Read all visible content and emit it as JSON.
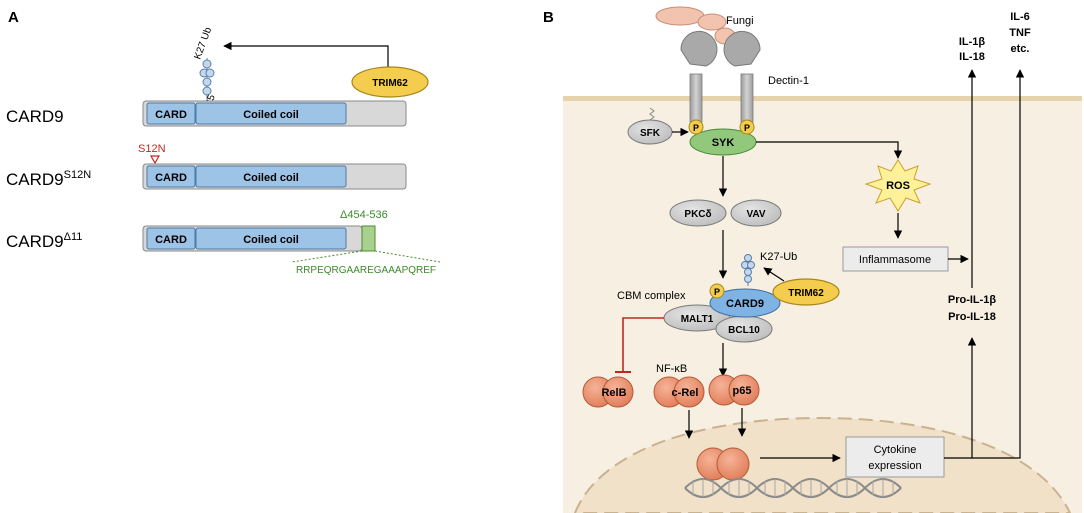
{
  "panelA": {
    "letter": "A",
    "ptm": {
      "ub": "K27 Ub",
      "site": "K125"
    },
    "trim62": "TRIM62",
    "rows": [
      {
        "name": "CARD9",
        "sup": "",
        "card": "CARD",
        "coil": "Coiled coil"
      },
      {
        "name": "CARD9",
        "sup": "S12N",
        "card": "CARD",
        "coil": "Coiled coil",
        "mutation": "S12N"
      },
      {
        "name": "CARD9",
        "sup": "Δ11",
        "card": "CARD",
        "coil": "Coiled coil",
        "deletion": "Δ454-536",
        "sequence": "RRPEQRGAAREGAAAPQREF"
      }
    ]
  },
  "panelB": {
    "letter": "B",
    "fungi": "Fungi",
    "receptor": "Dectin-1",
    "sfk": "SFK",
    "p": "P",
    "syk": "SYK",
    "pkc": "PKCδ",
    "vav": "VAV",
    "ros": "ROS",
    "inflammasome": "Inflammasome",
    "k27": "K27-Ub",
    "cbm": "CBM complex",
    "card9": "CARD9",
    "trim62": "TRIM62",
    "malt1": "MALT1",
    "bcl10": "BCL10",
    "nfkb": "NF-κB",
    "relb": "RelB",
    "crel": "c-Rel",
    "p65": "p65",
    "cytokine1": "Cytokine",
    "cytokine2": "expression",
    "proil1b": "Pro-IL-1β",
    "proil18": "Pro-IL-18",
    "il1b": "IL-1β",
    "il18": "IL-18",
    "il6": "IL-6",
    "tnf": "TNF",
    "etc": "etc."
  }
}
